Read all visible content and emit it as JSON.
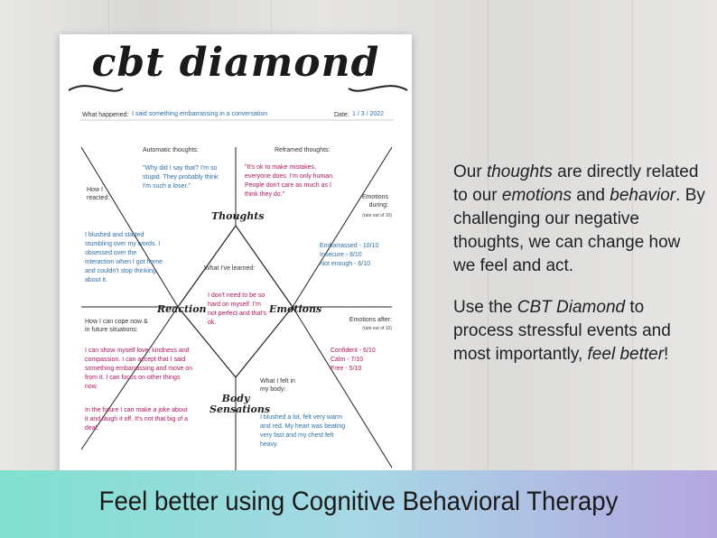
{
  "worksheet": {
    "title": "cbt diamond",
    "what_happened_label": "What happened:",
    "what_happened_value": "I said something embarrassing in a conversation",
    "date_label": "Date:",
    "date_value": "1 / 3 / 2022",
    "automatic_thoughts_label": "Automatic thoughts:",
    "automatic_thoughts_value": "\"Why did I say that? I'm so stupid. They probably think I'm such a loser.\"",
    "reframed_thoughts_label": "Reframed thoughts:",
    "reframed_thoughts_value": "\"It's ok to make mistakes, everyone does. I'm only human. People don't care as much as I think they do.\"",
    "how_i_reacted_label": "How I reacted:",
    "how_i_reacted_value": "I blushed and started stumbling over my words. I obsessed over the interaction when I got home and couldn't stop thinking about it.",
    "emotions_during_label": "Emotions during:",
    "emotions_during_note": "(rate out of 10)",
    "emotions_during_value": "Embarrassed - 10/10\nInsecure - 8/10\nNot enough - 6/10",
    "thoughts_label": "Thoughts",
    "what_ive_learned_label": "What I've learned:",
    "what_ive_learned_value": "I don't need to be so hard on myself. I'm not perfect and that's ok.",
    "reaction_label": "Reaction",
    "emotions_label": "Emotions",
    "how_i_can_cope_label": "How I can cope now & in future situations:",
    "how_i_can_cope_value": "I can show myself love, kindness and compassion. I can accept that I said something embarrassing and move on from it. I can focus on other things now.",
    "how_i_can_cope_value2": "In the future I can make a joke about it and laugh it off. It's not that big of a deal.",
    "emotions_after_label": "Emotions after:",
    "emotions_after_note": "(rate out of 10)",
    "emotions_after_value": "Confident - 6/10\nCalm - 7/10\nFree - 5/10",
    "body_sensations_label": "Body Sensations",
    "what_i_felt_label": "What I felt in my body:",
    "what_i_felt_value": "I blushed a lot, felt very warm and red. My heart was beating very fast and my chest felt heavy."
  },
  "description": {
    "p1_a": "Our ",
    "p1_thoughts": "thoughts",
    "p1_b": " are directly related to our ",
    "p1_emotions": "emotions",
    "p1_c": " and ",
    "p1_behavior": "behavior",
    "p1_d": ". By challenging our negative thoughts, we can change how we feel and act.",
    "p2_a": "Use the ",
    "p2_cbt": "CBT Diamond",
    "p2_b": " to process stressful events and most importantly, ",
    "p2_feel": "feel better",
    "p2_c": "!"
  },
  "banner": {
    "text": "Feel better using Cognitive Behavioral Therapy"
  },
  "colors": {
    "blue_text": "#2e6fa8",
    "red_text": "#b0175d",
    "banner_left": "#7fe0cf",
    "banner_right": "#b5a6e0"
  }
}
